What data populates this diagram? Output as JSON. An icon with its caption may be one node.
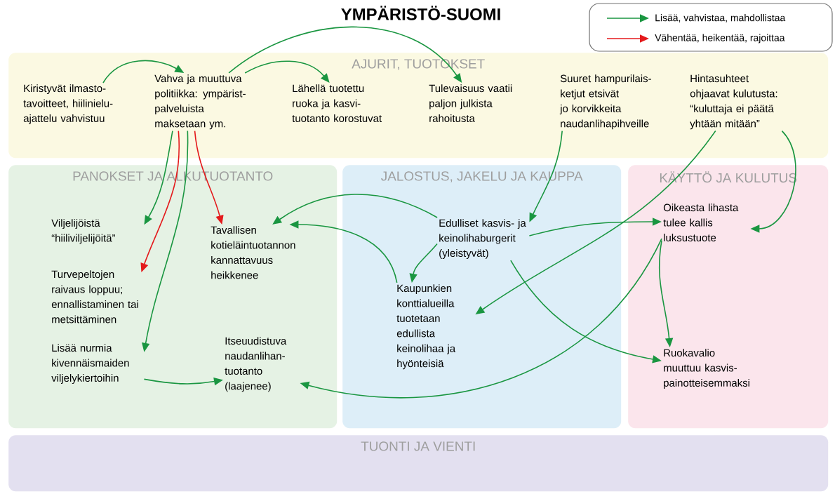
{
  "diagram": {
    "title": "YMPÄRISTÖ-SUOMI",
    "nodes": [
      {
        "text": [
          "AJURIT, TUOTOKSET"
        ]
      },
      {
        "text": [
          "PANOKSET JA ALKUTUOTANTO"
        ]
      },
      {
        "text": [
          "JALOSTUS, JAKELU JA KAUPPA"
        ]
      },
      {
        "text": [
          "KÄYTTÖ JA KULUTUS"
        ]
      },
      {
        "text": [
          "TUONTI JA VIENTI"
        ]
      },
      {
        "text": [
          "Kiristyvät ilmasto- tavoitteet, hiilinielu- ajattelu vahvistuu"
        ],
        "in": 0
      },
      {
        "text": [
          "Vahva ja muuttuva politiikka: ympärist- palveluista maksetaan ym."
        ],
        "in": 0
      },
      {
        "text": [
          "Lähellä tuotettu ruoka ja kasvi- tuotanto korostuvat"
        ],
        "in": 0
      },
      {
        "text": [
          "Tulevaisuus vaatii paljon julkista rahoitusta"
        ],
        "in": 0
      },
      {
        "text": [
          "Suuret hampurilais- ketjut etsivät jo korvikkeita naudanlihapihveille"
        ],
        "in": 0
      },
      {
        "text": [
          "Hintasuhteet ohjaavat kulutusta: “kuluttaja ei päätä yhtään mitään”"
        ],
        "in": 0
      },
      {
        "text": [
          "Viljelijöistä “hiiliviljelijöitä”"
        ],
        "in": 1
      },
      {
        "text": [
          "Turvepeltojen raivaus loppuu; ennallistaminen tai metsittäminen"
        ],
        "in": 1
      },
      {
        "text": [
          "Lisää nurmia kivennäismaiden viljelykiertoihin"
        ],
        "in": 1
      },
      {
        "text": [
          "Tavallisen kotieläintuotannon kannattavuus heikkenee"
        ],
        "in": 1
      },
      {
        "text": [
          "Itseuudistuva naudanlihan- tuotanto (laajenee)"
        ],
        "in": 1
      },
      {
        "text": [
          "Edulliset kasvis- ja keinolihaburgerit (yleistyvät)"
        ],
        "in": 2
      },
      {
        "text": [
          "Kaupunkien konttialueilla tuotetaan edullista keinolihaa ja hyönteisiä"
        ],
        "in": 2
      },
      {
        "text": [
          "Oikeasta lihasta tulee kallis luksustuote"
        ],
        "in": 3
      },
      {
        "text": [
          "Ruokavalio muuttuu kasvis- painotteisemmaksi"
        ],
        "in": 3
      }
    ],
    "edges": [
      {
        "from": 5,
        "to": 6,
        "arrow": "to"
      },
      {
        "from": 6,
        "to": 7,
        "arrow": "to"
      },
      {
        "from": 6,
        "to": 8,
        "arrow": "to"
      },
      {
        "from": 6,
        "to": 11,
        "arrow": "to"
      },
      {
        "from": 6,
        "to": 12,
        "arrow": "to",
        "color": "#e41a1c"
      },
      {
        "from": 6,
        "to": 13,
        "arrow": "to"
      },
      {
        "from": 6,
        "to": 14,
        "arrow": "to",
        "color": "#e41a1c"
      },
      {
        "from": 16,
        "to": 14,
        "arrow": "to"
      },
      {
        "from": 17,
        "to": 14,
        "arrow": "to"
      },
      {
        "from": 9,
        "to": 16,
        "arrow": "to"
      },
      {
        "from": 10,
        "to": 17,
        "arrow": "to"
      },
      {
        "from": 10,
        "to": 18,
        "arrow": "to"
      },
      {
        "from": 16,
        "to": 18,
        "arrow": "to"
      },
      {
        "from": 16,
        "to": 17,
        "arrow": "to"
      },
      {
        "from": 16,
        "to": 19,
        "arrow": "to"
      },
      {
        "from": 18,
        "to": 19,
        "arrow": "to"
      },
      {
        "from": 18,
        "to": 15,
        "arrow": "to"
      },
      {
        "from": 13,
        "to": 15,
        "arrow": "to"
      }
    ],
    "legend": [
      {
        "text": "Lisää, vahvistaa, mahdollistaa"
      },
      {
        "text": "Vähentää, heikentää, rajoittaa"
      }
    ]
  }
}
